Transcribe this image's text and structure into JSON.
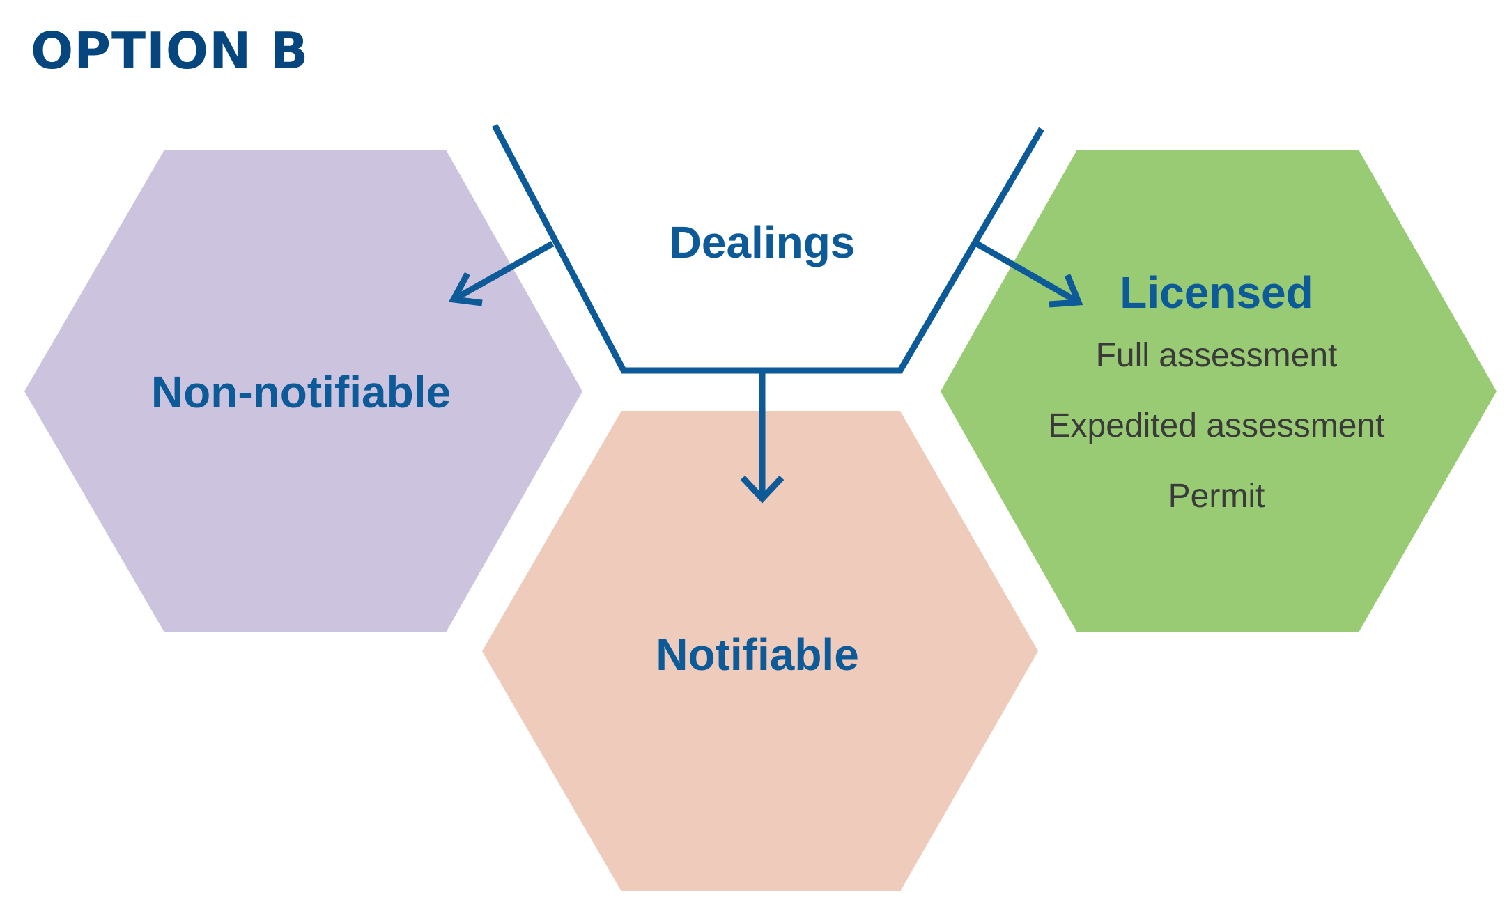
{
  "title": "OPTION B",
  "colors": {
    "title": "#05467f",
    "label": "#0d5a99",
    "connector": "#0d5a99",
    "sub_item_text": "#3a3a3a",
    "non_notifiable_fill": "#ccc4de",
    "notifiable_fill": "#efcbbb",
    "licensed_fill": "#98cb74"
  },
  "diagram": {
    "source": {
      "label": "Dealings"
    },
    "categories": [
      {
        "key": "non_notifiable",
        "label": "Non-notifiable",
        "items": []
      },
      {
        "key": "notifiable",
        "label": "Notifiable",
        "items": []
      },
      {
        "key": "licensed",
        "label": "Licensed",
        "items": [
          "Full assessment",
          "Expedited assessment",
          "Permit"
        ]
      }
    ]
  }
}
